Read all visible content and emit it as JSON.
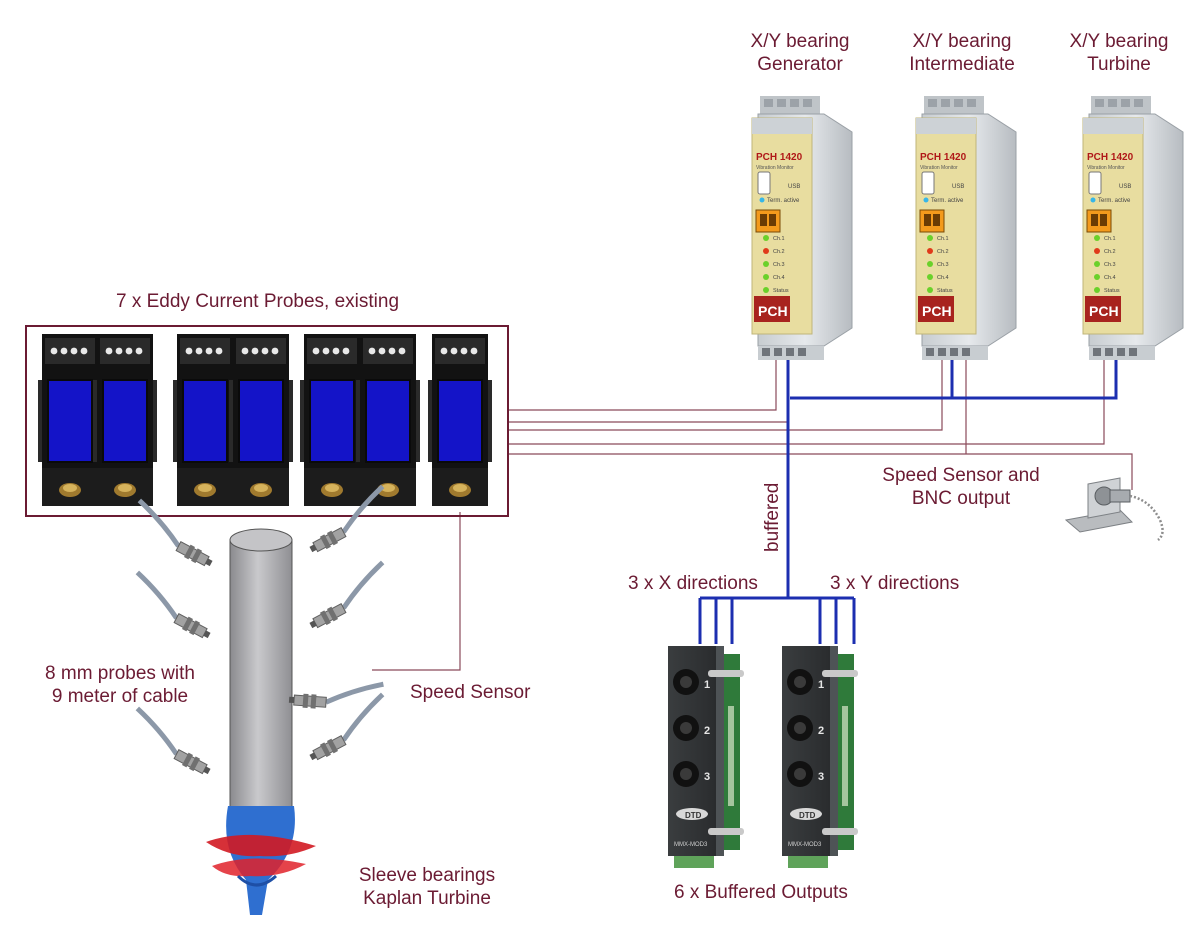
{
  "labels": {
    "monitor_generator": [
      "X/Y bearing",
      "Generator"
    ],
    "monitor_intermediate": [
      "X/Y bearing",
      "Intermediate"
    ],
    "monitor_turbine": [
      "X/Y bearing",
      "Turbine"
    ],
    "eddy_title": "7 x Eddy Current Probes, existing",
    "speed_bnc": [
      "Speed Sensor and",
      "BNC output"
    ],
    "buffered": "buffered",
    "x_dirs": "3 x X directions",
    "y_dirs": "3 x Y directions",
    "probes": [
      "8 mm probes with",
      "9 meter of cable"
    ],
    "speed_sensor": "Speed Sensor",
    "sleeve": [
      "Sleeve bearings",
      "Kaplan Turbine"
    ],
    "buffered_outputs": "6 x Buffered Outputs"
  },
  "monitor": {
    "model": "PCH 1420",
    "subtitle": "Vibration Monitor",
    "usb": "USB",
    "term": "Term. active",
    "channels": [
      "Ch.1",
      "Ch.2",
      "Ch.3",
      "Ch.4",
      "Status"
    ],
    "logo": "PCH"
  },
  "module": {
    "ports": [
      "1",
      "2",
      "3"
    ],
    "name": "MMX-MOD3",
    "brand": "DTD"
  },
  "colors": {
    "label": "#6b1b33",
    "buffered_line": "#1c2fb0",
    "signal_line": "#8a4a5a",
    "probe_blue": "#1414c8",
    "monitor_yellow": "#e9dfa0"
  }
}
